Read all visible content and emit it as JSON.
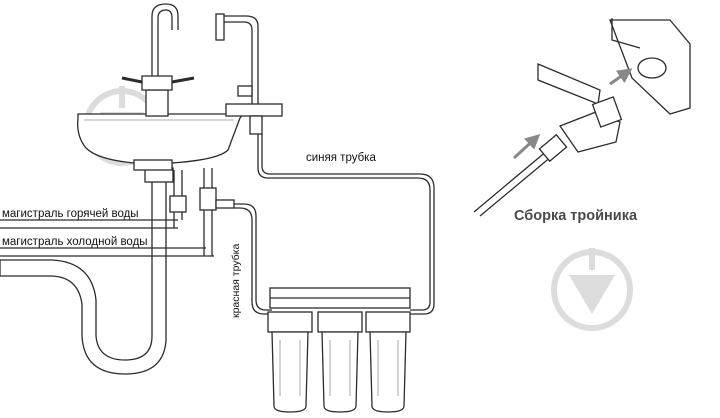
{
  "labels": {
    "hot_water_main": "магистраль горячей воды",
    "cold_water_main": "магистраль холодной воды",
    "blue_tube": "синяя трубка",
    "red_tube": "красная трубка",
    "tee_assembly": "Сборка тройника"
  },
  "colors": {
    "line": "#2b2b2b",
    "light_gray": "#bdbdbd",
    "watermark": "#dcdcdc",
    "arrow": "#888888"
  }
}
